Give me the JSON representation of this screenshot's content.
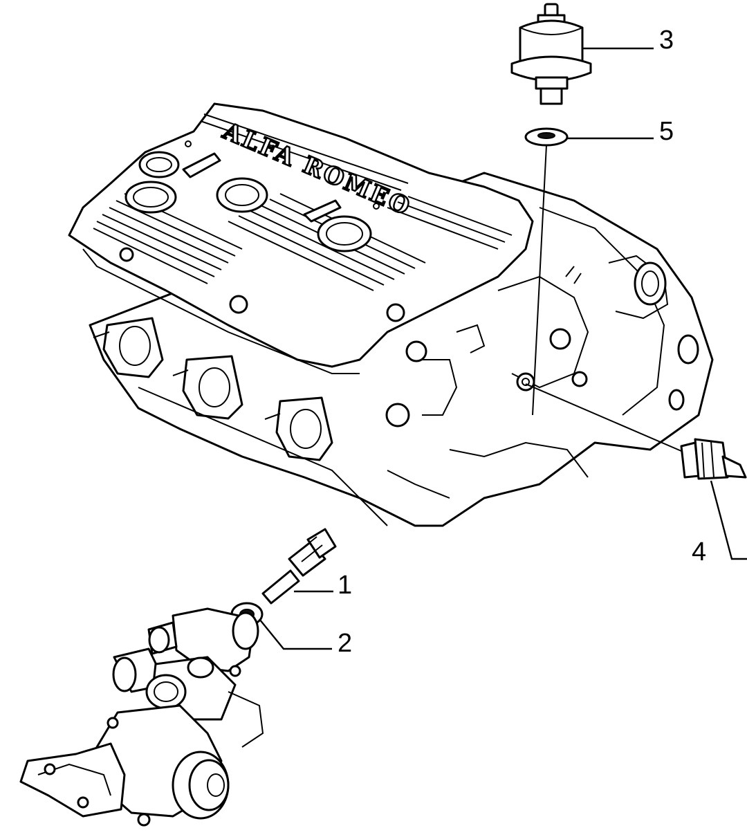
{
  "diagram": {
    "engine_emboss_text": "ALFA ROMEO",
    "callouts": [
      {
        "id": "1",
        "label": "1"
      },
      {
        "id": "2",
        "label": "2"
      },
      {
        "id": "3",
        "label": "3"
      },
      {
        "id": "4",
        "label": "4"
      },
      {
        "id": "5",
        "label": "5"
      }
    ]
  }
}
